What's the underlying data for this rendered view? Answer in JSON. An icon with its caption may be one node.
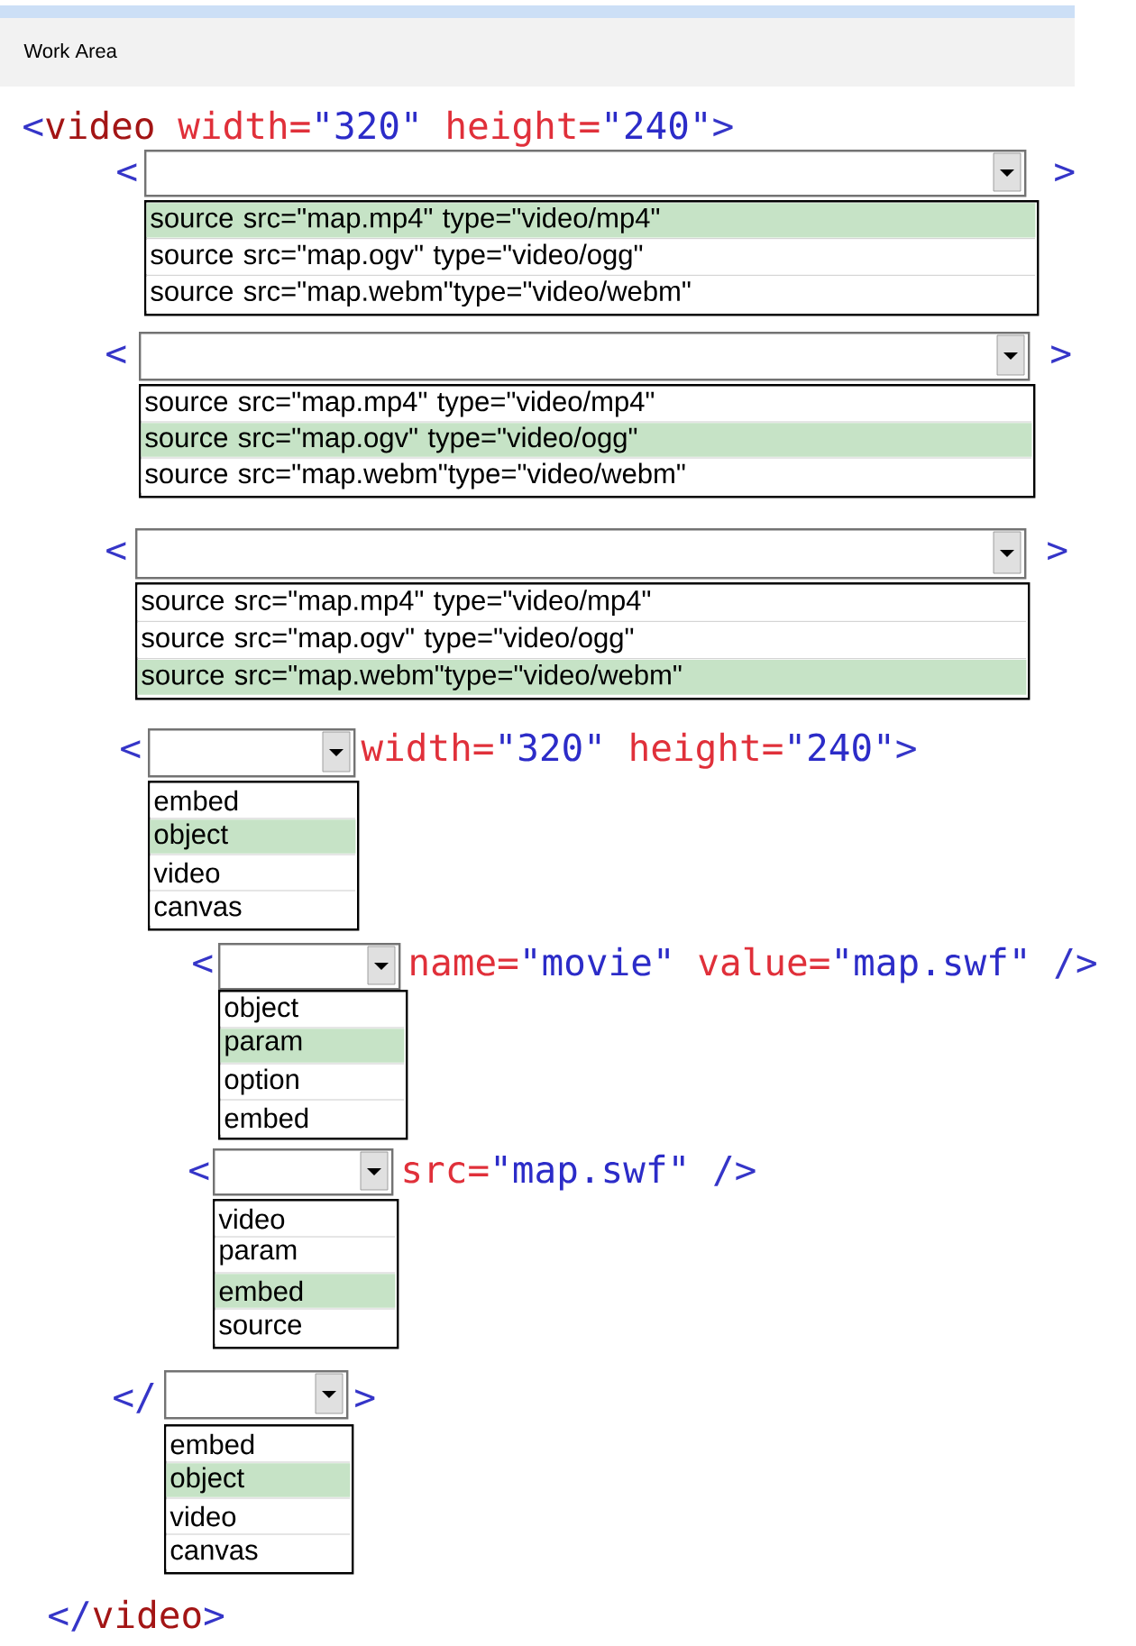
{
  "diagram": {
    "nodes": [
      {
        "text": [],
        "shape": "box"
      },
      {
        "text": [],
        "shape": "box"
      },
      {
        "text": [
          "source src=\"map.mp4\" type=\"video/mp4\""
        ],
        "in": 1
      },
      {
        "text": [
          "source src=\"map.ogv\" type=\"video/ogg\""
        ],
        "in": 1
      },
      {
        "text": [
          "source src=\"map.webm\"type=\"video/webm\""
        ],
        "in": 1
      },
      {
        "text": [],
        "shape": "box"
      },
      {
        "text": [],
        "shape": "box"
      },
      {
        "text": [
          "source src=\"map.mp4\" type=\"video/mp4\""
        ],
        "in": 6
      },
      {
        "text": [
          "source src=\"map.ogv\" type=\"video/ogg\""
        ],
        "in": 6
      },
      {
        "text": [
          "source src=\"map.webm\"type=\"video/webm\""
        ],
        "in": 6
      },
      {
        "text": [],
        "shape": "box"
      },
      {
        "text": [],
        "shape": "box"
      },
      {
        "text": [
          "source src=\"map.mp4\" type=\"video/mp4\""
        ],
        "in": 11
      },
      {
        "text": [
          "source src=\"map.ogv\" type=\"video/ogg\""
        ],
        "in": 11
      },
      {
        "text": [
          "source src=\"map.webm\"type=\"video/webm\""
        ],
        "in": 11
      },
      {
        "text": [],
        "shape": "box"
      },
      {
        "text": [],
        "shape": "box"
      },
      {
        "text": [
          "embed"
        ],
        "in": 16
      },
      {
        "text": [
          "object"
        ],
        "in": 16
      },
      {
        "text": [
          "video"
        ],
        "in": 16
      },
      {
        "text": [
          "canvas"
        ],
        "in": 16
      },
      {
        "text": [],
        "shape": "box"
      },
      {
        "text": [],
        "shape": "box"
      },
      {
        "text": [
          "object"
        ],
        "in": 22
      },
      {
        "text": [
          "param"
        ],
        "in": 22
      },
      {
        "text": [
          "option"
        ],
        "in": 22
      },
      {
        "text": [
          "embed"
        ],
        "in": 22
      },
      {
        "text": [],
        "shape": "box"
      },
      {
        "text": [],
        "shape": "box"
      },
      {
        "text": [
          "video"
        ],
        "in": 28
      },
      {
        "text": [
          "param"
        ],
        "in": 28
      },
      {
        "text": [
          "embed"
        ],
        "in": 28
      },
      {
        "text": [
          "source"
        ],
        "in": 28
      },
      {
        "text": [],
        "shape": "box"
      },
      {
        "text": [],
        "shape": "box"
      },
      {
        "text": [
          "embed"
        ],
        "in": 34
      },
      {
        "text": [
          "object"
        ],
        "in": 34
      },
      {
        "text": [
          "video"
        ],
        "in": 34
      },
      {
        "text": [
          "canvas"
        ],
        "in": 34
      }
    ],
    "labels": [
      "Work Area",
      "<",
      "video",
      "width=",
      "\"320\"",
      "height=",
      "\"240\"",
      ">",
      "<",
      ">",
      "<",
      ">",
      "<",
      ">",
      "<",
      "width=",
      "\"320\"",
      "height=",
      "\"240\"",
      ">",
      "<",
      "name=",
      "\"movie\"",
      "value=",
      "\"map.swf\"",
      "/>",
      "<",
      "src=",
      "\"map.swf\"",
      "/>",
      "</",
      ">",
      "</",
      "video",
      ">"
    ]
  }
}
